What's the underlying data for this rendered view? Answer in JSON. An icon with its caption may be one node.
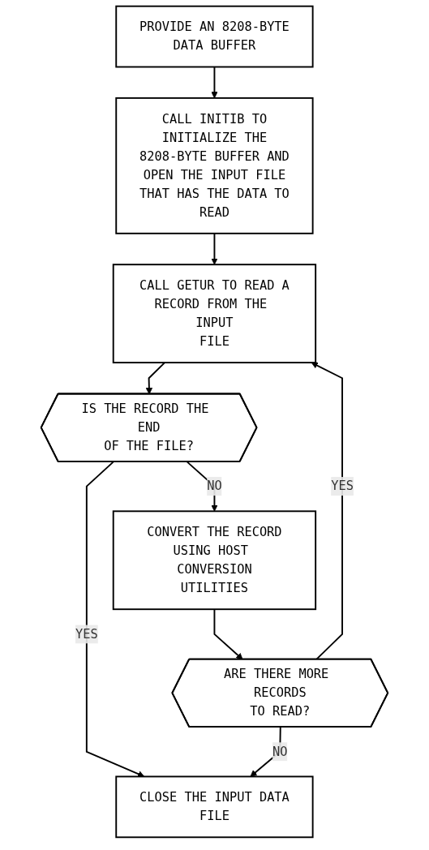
{
  "diagram": {
    "nodes": [
      {
        "text": [
          "PROVIDE AN 8208-BYTE DATA BUFFER"
        ]
      },
      {
        "text": [
          "CALL INITIB TO INITIALIZE THE 8208-BYTE BUFFER AND OPEN THE INPUT FILE THAT HAS THE DATA TO READ"
        ]
      },
      {
        "text": [
          "CALL GETUR TO READ A RECORD FROM THE INPUT FILE"
        ]
      },
      {
        "text": [
          "IS THE RECORD THE END OF THE FILE?"
        ]
      },
      {
        "text": [
          "CONVERT THE RECORD USING HOST CONVERSION UTILITIES"
        ]
      },
      {
        "text": [
          "ARE THERE MORE RECORDS TO READ?"
        ]
      },
      {
        "text": [
          "CLOSE THE INPUT DATA FILE"
        ]
      }
    ],
    "edges": [
      {
        "from": 0,
        "to": 1,
        "arrow": "to"
      },
      {
        "from": 1,
        "to": 2,
        "arrow": "to"
      },
      {
        "from": 2,
        "to": 3,
        "arrow": "to"
      },
      {
        "from": 3,
        "to": 4,
        "arrow": "to",
        "label": "NO"
      },
      {
        "from": 3,
        "to": 6,
        "arrow": "to",
        "label": "YES"
      },
      {
        "from": 4,
        "to": 5,
        "arrow": "to"
      },
      {
        "from": 5,
        "to": 2,
        "arrow": "to",
        "label": "YES"
      },
      {
        "from": 5,
        "to": 6,
        "arrow": "to",
        "label": "NO"
      }
    ]
  }
}
